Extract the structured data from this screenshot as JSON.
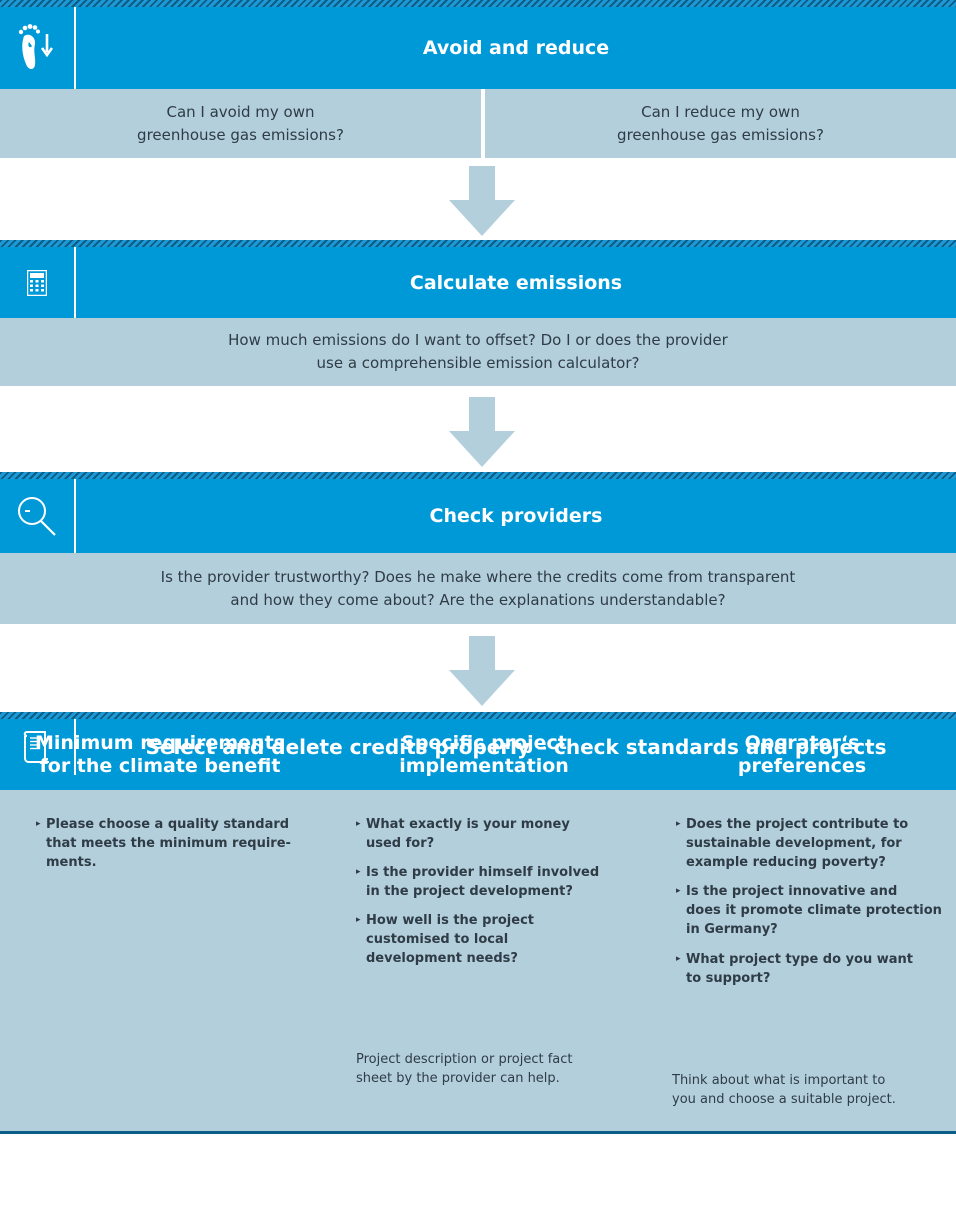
{
  "steps": [
    {
      "icon": "footprint-down-icon",
      "title": "Avoid and reduce",
      "questions": [
        {
          "line1": "Can I avoid my own",
          "line2": "greenhouse gas emissions?"
        },
        {
          "line1": "Can I reduce my own",
          "line2": "greenhouse gas emissions?"
        }
      ]
    },
    {
      "icon": "calculator-icon",
      "title": "Calculate emissions",
      "question": {
        "line1": "How much emissions do I want to offset? Do I or does the provider",
        "line2": "use a comprehensible emission calculator?"
      }
    },
    {
      "icon": "magnifier-icon",
      "title": "Check providers",
      "question": {
        "line1": "Is the provider trustworthy? Does he make where the credits come from transparent",
        "line2": "and how they come about? Are the explanations understandable?"
      }
    },
    {
      "icon": "document-scroll-icon",
      "title": "Select and delete credits properly – check standards and projects",
      "columns": [
        {
          "heading_line1": "Minimum requirements",
          "heading_line2": "for the climate benefit",
          "bullets": [
            [
              "Please choose a quality standard",
              "that meets the minimum require-",
              "ments."
            ]
          ],
          "note": [
            "",
            ""
          ]
        },
        {
          "heading_line1": "Specific project",
          "heading_line2": "implementation",
          "bullets": [
            [
              "What exactly is your money",
              "used for?"
            ],
            [
              "Is the provider himself involved",
              "in the project development?"
            ],
            [
              "How well is the project",
              "customised to local",
              "development needs?"
            ]
          ],
          "note": [
            "Project description or project fact",
            "sheet by the provider can help."
          ]
        },
        {
          "heading_line1": "Operator‘s",
          "heading_line2": "preferences",
          "bullets": [
            [
              "Does the project contribute to",
              "sustainable development, for",
              "example reducing poverty?"
            ],
            [
              "Is the project innovative and",
              "does it promote climate protection",
              "in Germany?"
            ],
            [
              "What project type do you want",
              "to support?"
            ]
          ],
          "note": [
            "Think about what is important to",
            "you and choose a suitable project."
          ]
        }
      ]
    }
  ],
  "bullet_marker": "▸",
  "colors": {
    "header_blue": "#0099d8",
    "question_bg": "#b3cfdc",
    "arrow": "#b3cfdc",
    "hatch_dark": "#0a5d87",
    "bottom_rule": "#0a5d87"
  }
}
